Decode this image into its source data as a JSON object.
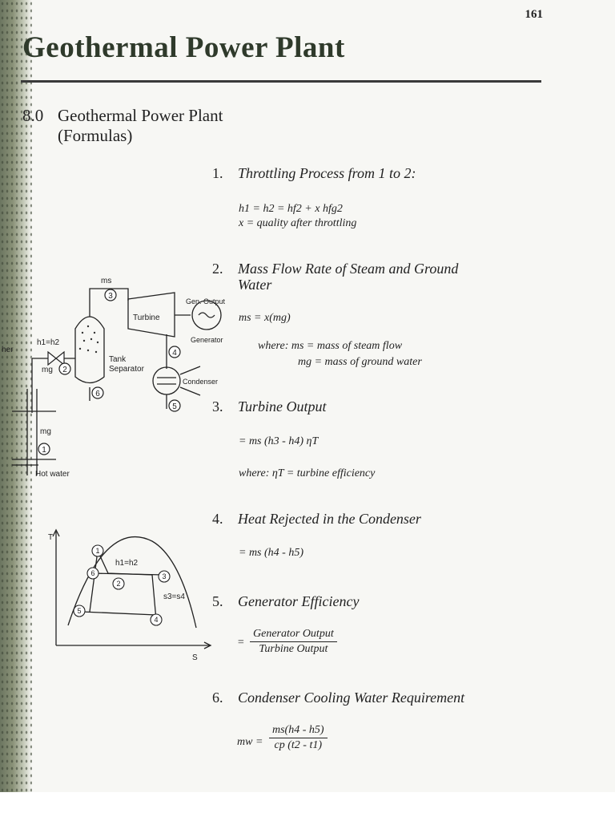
{
  "page_number": "161",
  "main_title": "Geothermal  Power Plant",
  "section": {
    "number": "8.0",
    "title_line1": "Geothermal Power Plant",
    "title_line2": "(Formulas)"
  },
  "formulas": [
    {
      "num": "1.",
      "heading": "Throttling Process from  1 to 2:",
      "lines": [
        "h1 = h2 = hf2 + x hfg2",
        "x = quality after throttling"
      ]
    },
    {
      "num": "2.",
      "heading_line1": "Mass Flow Rate of Steam and Ground",
      "heading_line2": "Water",
      "lines": [
        "ms = x(mg)",
        "where: ms = mass of steam flow",
        "mg = mass of ground water"
      ]
    },
    {
      "num": "3.",
      "heading": "Turbine Output",
      "lines": [
        "= ms (h3 - h4) ηT",
        "where: ηT = turbine efficiency"
      ]
    },
    {
      "num": "4.",
      "heading": "Heat Rejected in the Condenser",
      "lines": [
        "= ms (h4 - h5)"
      ]
    },
    {
      "num": "5.",
      "heading": "Generator Efficiency",
      "numerator": "Generator Output",
      "denominator": "Turbine Output",
      "eq": "="
    },
    {
      "num": "6.",
      "heading": "Condenser Cooling Water Requirement",
      "lhs": "mw =",
      "numerator": "ms(h4 - h5)",
      "denominator": "cp (t2 - t1)"
    }
  ],
  "plant_diagram": {
    "ms": "ms",
    "gen_output": "Gen. Output",
    "turbine": "Turbine",
    "generator": "Generator",
    "tank": "Tank",
    "separator": "Separator",
    "condenser": "Condenser",
    "h1h2": "h1=h2",
    "mg": "mg",
    "mg2": "mg",
    "hot_water": "Hot water",
    "other": "her",
    "points": [
      "1",
      "2",
      "3",
      "4",
      "5",
      "6"
    ]
  },
  "ts_diagram": {
    "t_axis": "T",
    "s_axis": "S",
    "h1h2": "h1=h2",
    "s3s4": "s3=s4",
    "points": [
      "1",
      "2",
      "3",
      "4",
      "5",
      "6"
    ]
  }
}
